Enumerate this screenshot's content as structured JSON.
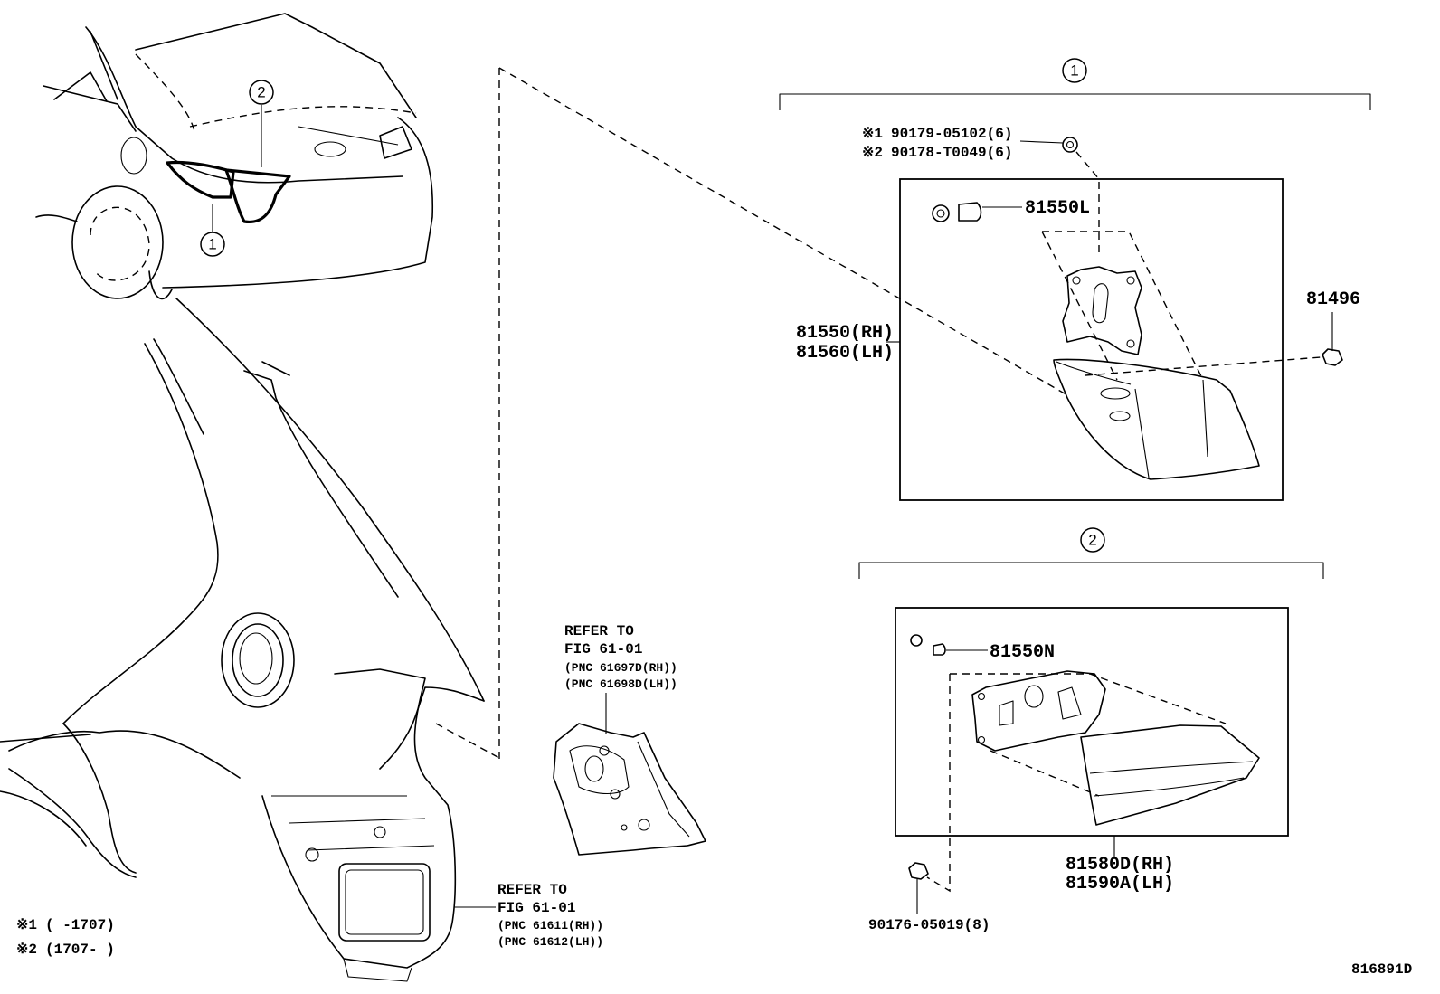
{
  "callouts": {
    "c1": "1",
    "c2": "2",
    "sym1": "※1",
    "sym2": "※2"
  },
  "group1": {
    "washer_1": "90179-05102(6)",
    "washer_2": "90178-T0049(6)",
    "socket": "81550L",
    "bulb_mark": "①",
    "clip": "81496",
    "lamp_rh": "81550(RH)",
    "lamp_lh": "81560(LH)"
  },
  "group2": {
    "socket": "81550N",
    "lamp_rh": "81580D(RH)",
    "lamp_lh": "81590A(LH)",
    "nut": "90176-05019(8)"
  },
  "refer_upper": {
    "line1": "REFER TO",
    "line2": "FIG 61-01",
    "pnc_rh": "(PNC 61697D(RH))",
    "pnc_lh": "(PNC 61698D(LH))"
  },
  "refer_lower": {
    "line1": "REFER TO",
    "line2": "FIG 61-01",
    "pnc_rh": "(PNC 61611(RH))",
    "pnc_lh": "(PNC 61612(LH))"
  },
  "notes": {
    "note1": "(      -1707)",
    "note2": "(1707-      )"
  },
  "figure_id": "816891D"
}
